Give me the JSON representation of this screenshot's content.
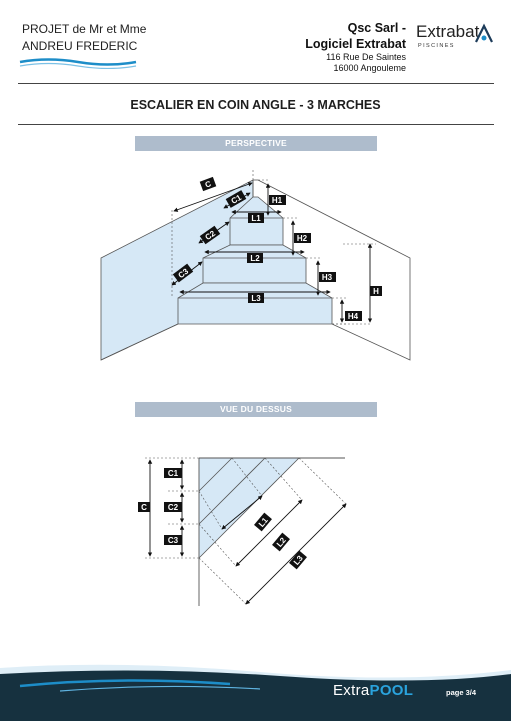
{
  "header": {
    "project_line1": "PROJET de Mr et Mme",
    "project_line2": "ANDREU FREDERIC",
    "company_line1": "Qsc Sarl -",
    "company_line2": "Logiciel Extrabat",
    "address_line1": "116 Rue De Saintes",
    "address_line2": "16000 Angouleme",
    "logo_text": "Extrabat",
    "logo_sub": "PISCINES"
  },
  "title": "ESCALIER EN COIN ANGLE - 3 MARCHES",
  "perspective": {
    "band_label": "PERSPECTIVE",
    "labels": {
      "c": "C",
      "c1": "C1",
      "c2": "C2",
      "c3": "C3",
      "l1": "L1",
      "l2": "L2",
      "l3": "L3",
      "h": "H",
      "h1": "H1",
      "h2": "H2",
      "h3": "H3",
      "h4": "H4"
    }
  },
  "top_view": {
    "band_label": "VUE DU DESSUS",
    "labels": {
      "c": "C",
      "c1": "C1",
      "c2": "C2",
      "c3": "C3",
      "l1": "L1",
      "l2": "L2",
      "l3": "L3"
    }
  },
  "footer": {
    "brand_part1": "Extra",
    "brand_part2": "POOL",
    "page": "page 3/4"
  },
  "colors": {
    "water": "#d6e8f6",
    "band": "#aebccc",
    "footer_dark": "#16313f",
    "accent_blue": "#1d8dc8"
  }
}
